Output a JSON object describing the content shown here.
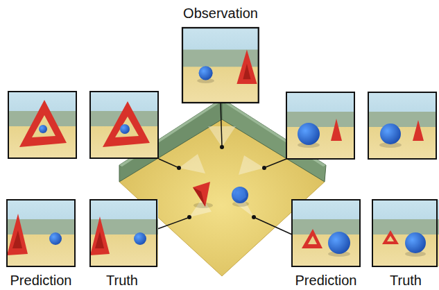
{
  "diagram": {
    "labels": [
      "Observation",
      "Prediction",
      "Truth",
      "Prediction",
      "Truth"
    ]
  }
}
